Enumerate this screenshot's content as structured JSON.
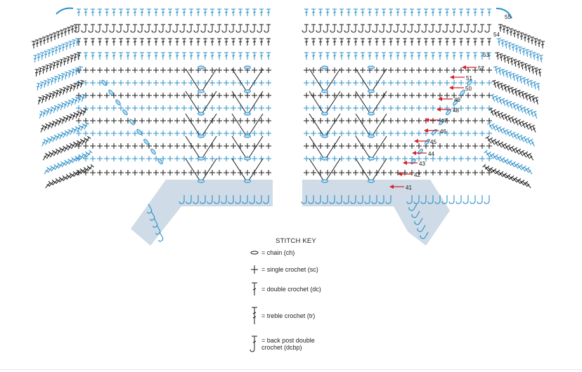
{
  "row_numbers": [
    "41",
    "42",
    "43",
    "44",
    "45",
    "46",
    "47",
    "48",
    "49",
    "50",
    "51",
    "52",
    "53",
    "54",
    "55"
  ],
  "stitch_key": {
    "title": "STITCH KEY",
    "items": [
      {
        "symbol": "chain",
        "label": "= chain (ch)"
      },
      {
        "symbol": "single-crochet",
        "label": "= single crochet (sc)"
      },
      {
        "symbol": "double-crochet",
        "label": "= double crochet (dc)"
      },
      {
        "symbol": "treble-crochet",
        "label": "= treble crochet (tr)"
      },
      {
        "symbol": "back-post-double-crochet",
        "label_line1": "= back post double",
        "label_line2": "crochet (dcbp)"
      }
    ]
  },
  "colors": {
    "black": "#1a1a1a",
    "blue": "#2a8fc9",
    "shade": "#cfdbe6",
    "arrow": "#d4232f"
  }
}
